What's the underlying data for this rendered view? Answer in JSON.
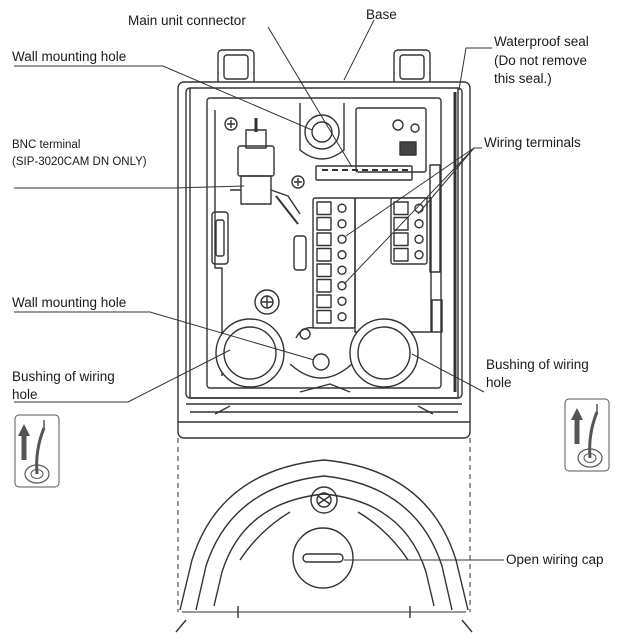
{
  "labels": {
    "main_unit_connector": "Main unit connector",
    "base": "Base",
    "waterproof_seal": "Waterproof seal",
    "waterproof_seal_note_1": "(Do not remove",
    "waterproof_seal_note_2": "this seal.)",
    "wall_mounting_hole_top": "Wall mounting hole",
    "bnc_terminal": "BNC terminal",
    "bnc_terminal_note": "(SIP-3020CAM DN ONLY)",
    "wiring_terminals": "Wiring terminals",
    "wall_mounting_hole_bottom": "Wall mounting hole",
    "bushing_left_1": "Bushing of wiring",
    "bushing_left_2": "hole",
    "bushing_right_1": "Bushing of wiring",
    "bushing_right_2": "hole",
    "open_wiring_cap": "Open wiring cap"
  },
  "colors": {
    "line": "#333333",
    "fill": "#ffffff",
    "shade": "#d9d9d9"
  },
  "icons": [
    "wire-insertion-icon-left",
    "wire-insertion-icon-right"
  ]
}
